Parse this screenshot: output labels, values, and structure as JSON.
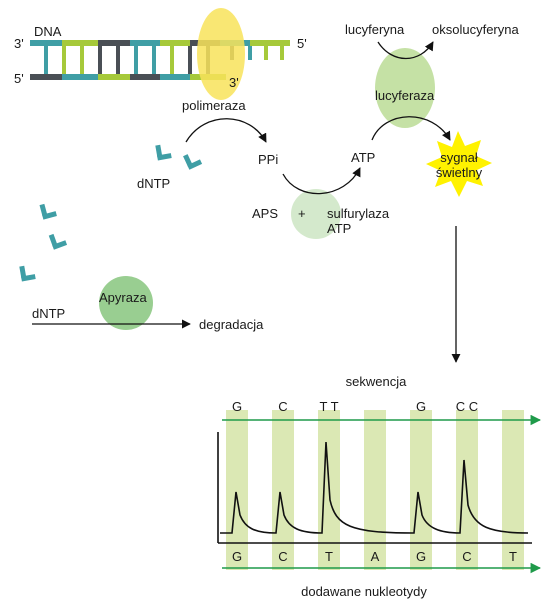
{
  "labels": {
    "dna": "DNA",
    "strand_top_left": "3'",
    "strand_top_right": "5'",
    "strand_bottom_left": "5'",
    "strand_bottom_right": "3'",
    "polymerase": "polimeraza",
    "dntp_top": "dNTP",
    "ppi": "PPi",
    "aps": "APS",
    "plus": "+",
    "sulfurylase": "sulfurylaza",
    "atp_sulfurylase": "ATP",
    "atp": "ATP",
    "luciferin": "lucyferyna",
    "oxyluciferin": "oksolucyferyna",
    "luciferase": "lucyferaza",
    "signal_line1": "sygnał",
    "signal_line2": "świetlny",
    "dntp_bottom": "dNTP",
    "apyrase": "Apyraza",
    "degradation": "degradacja",
    "sequence": "sekwencja",
    "added_nucleotides": "dodawane nukleotydy"
  },
  "pyrogram": {
    "top_labels": [
      "G",
      "C",
      "T T",
      "",
      "G",
      "C C",
      ""
    ],
    "bottom_labels": [
      "G",
      "C",
      "T",
      "A",
      "G",
      "C",
      "T"
    ]
  },
  "colors": {
    "enzyme_yellow": "#f8e35a",
    "enzyme_green_light": "#cfe7c6",
    "enzyme_green": "#b7d98e",
    "apyrase_green": "#8ec985",
    "signal_star": "#fff200",
    "teal": "#3f9ea5",
    "dark_gray": "#4a4f55",
    "lime": "#a6c93a",
    "lane_fill": "#dbe8b4",
    "arrow_green": "#1f9a4a"
  }
}
